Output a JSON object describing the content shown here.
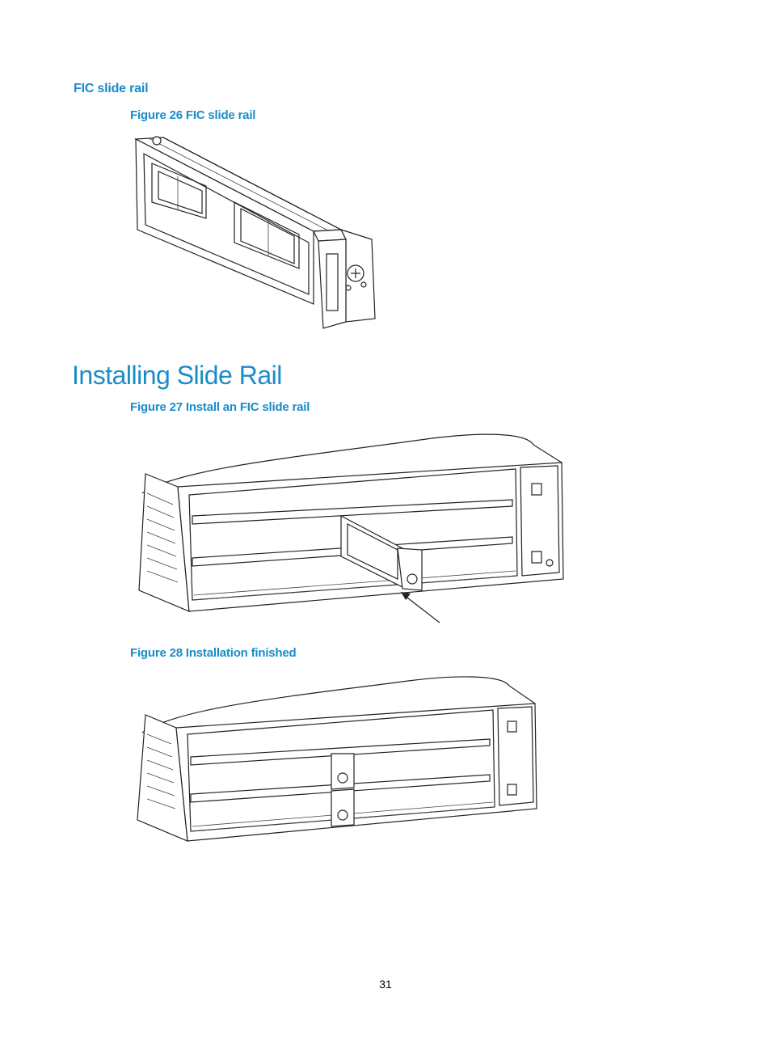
{
  "section": {
    "heading": "FIC slide rail"
  },
  "figure26": {
    "caption": "Figure 26 FIC slide rail",
    "image": "fic-slide-rail-illustration"
  },
  "main_heading": "Installing Slide Rail",
  "figure27": {
    "caption": "Figure 27 Install an FIC slide rail",
    "image": "chassis-install-rail-illustration"
  },
  "figure28": {
    "caption": "Figure 28 Installation finished",
    "image": "chassis-installed-rail-illustration"
  },
  "page_number": "31"
}
